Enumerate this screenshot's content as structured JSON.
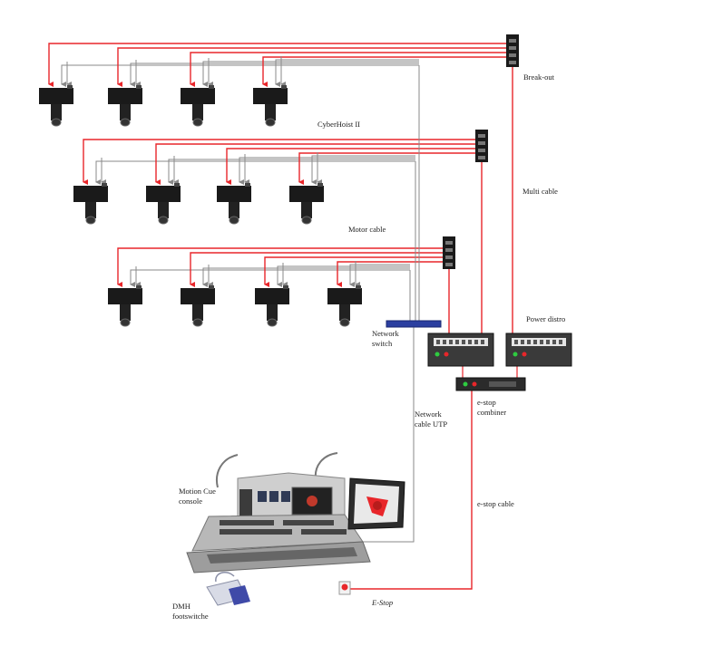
{
  "labels": {
    "breakout": "Break-out",
    "hoist": "CyberHoist II",
    "multicable": "Multi cable",
    "motorcable": "Motor cable",
    "powerdistro": "Power distro",
    "network_switch_1": "Network",
    "network_switch_2": "switch",
    "network_cable_1": "Network",
    "network_cable_2": "cable UTP",
    "estop_combiner_1": "e-stop",
    "estop_combiner_2": "combiner",
    "estop_cable": "e-stop cable",
    "console_1": "Motion Cue",
    "console_2": "console",
    "dmh_1": "DMH",
    "dmh_2": "footswitche",
    "estop": "E-Stop"
  },
  "colors": {
    "power_cable": "#e8262a",
    "data_cable": "#7a7a7a",
    "device": "#1a1a1a",
    "network_switch": "#2b3fa0"
  },
  "icons": {
    "hoist": "chain-hoist-icon",
    "breakout": "breakout-box-icon",
    "distro": "power-distro-icon",
    "console": "control-console-icon",
    "monitor": "monitor-icon",
    "footswitch": "footswitch-icon",
    "estop": "emergency-stop-icon"
  }
}
